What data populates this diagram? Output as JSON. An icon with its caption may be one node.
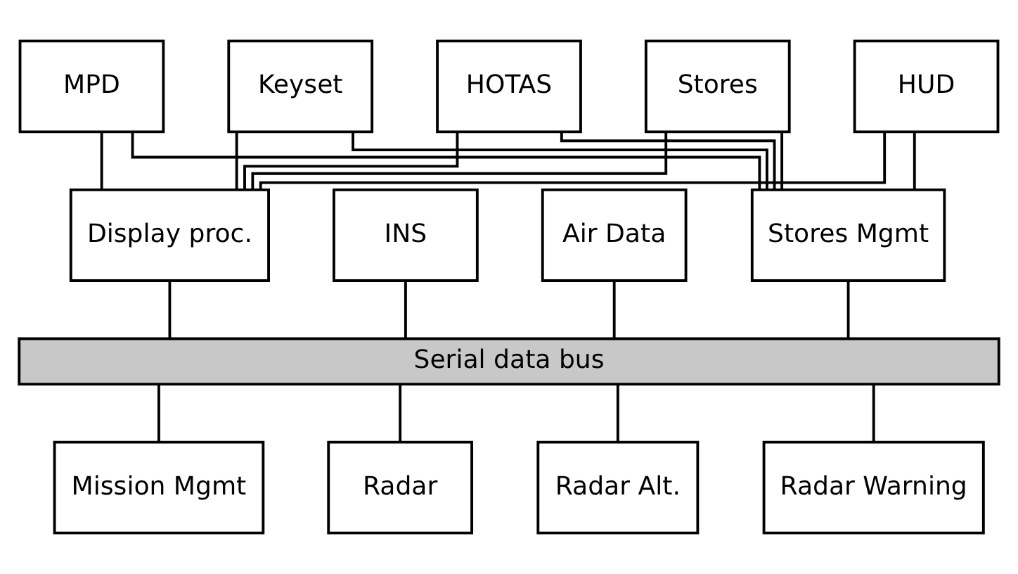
{
  "diagram": {
    "nodes": [
      {
        "text": [
          "HUD"
        ]
      },
      {
        "text": [
          "MPD"
        ]
      },
      {
        "text": [
          "Keyset"
        ]
      },
      {
        "text": [
          "HOTAS"
        ]
      },
      {
        "text": [
          "Stores"
        ]
      },
      {
        "text": [
          "Display proc."
        ]
      },
      {
        "text": [
          "INS"
        ]
      },
      {
        "text": [
          "Air Data"
        ]
      },
      {
        "text": [
          "Stores Mgmt"
        ]
      },
      {
        "text": [
          "Serial data bus"
        ]
      },
      {
        "text": [
          "Mission Mgmt"
        ]
      },
      {
        "text": [
          "Radar"
        ]
      },
      {
        "text": [
          "Radar Alt."
        ]
      },
      {
        "text": [
          "Radar Warning"
        ]
      }
    ],
    "edges": [
      {
        "from": 0,
        "to": 5,
        "arrow": "none"
      },
      {
        "from": 1,
        "to": 5,
        "arrow": "none"
      },
      {
        "from": 2,
        "to": 5,
        "arrow": "none"
      },
      {
        "from": 3,
        "to": 5,
        "arrow": "none"
      },
      {
        "from": 4,
        "to": 5,
        "arrow": "none"
      },
      {
        "from": 0,
        "to": 8,
        "arrow": "none"
      },
      {
        "from": 1,
        "to": 8,
        "arrow": "none"
      },
      {
        "from": 2,
        "to": 8,
        "arrow": "none"
      },
      {
        "from": 3,
        "to": 8,
        "arrow": "none"
      },
      {
        "from": 4,
        "to": 8,
        "arrow": "none"
      },
      {
        "from": 5,
        "to": 9,
        "arrow": "none"
      },
      {
        "from": 6,
        "to": 9,
        "arrow": "none"
      },
      {
        "from": 7,
        "to": 9,
        "arrow": "none"
      },
      {
        "from": 8,
        "to": 9,
        "arrow": "none"
      },
      {
        "from": 9,
        "to": 10,
        "arrow": "none"
      },
      {
        "from": 9,
        "to": 11,
        "arrow": "none"
      },
      {
        "from": 9,
        "to": 12,
        "arrow": "none"
      },
      {
        "from": 9,
        "to": 13,
        "arrow": "none"
      }
    ]
  }
}
